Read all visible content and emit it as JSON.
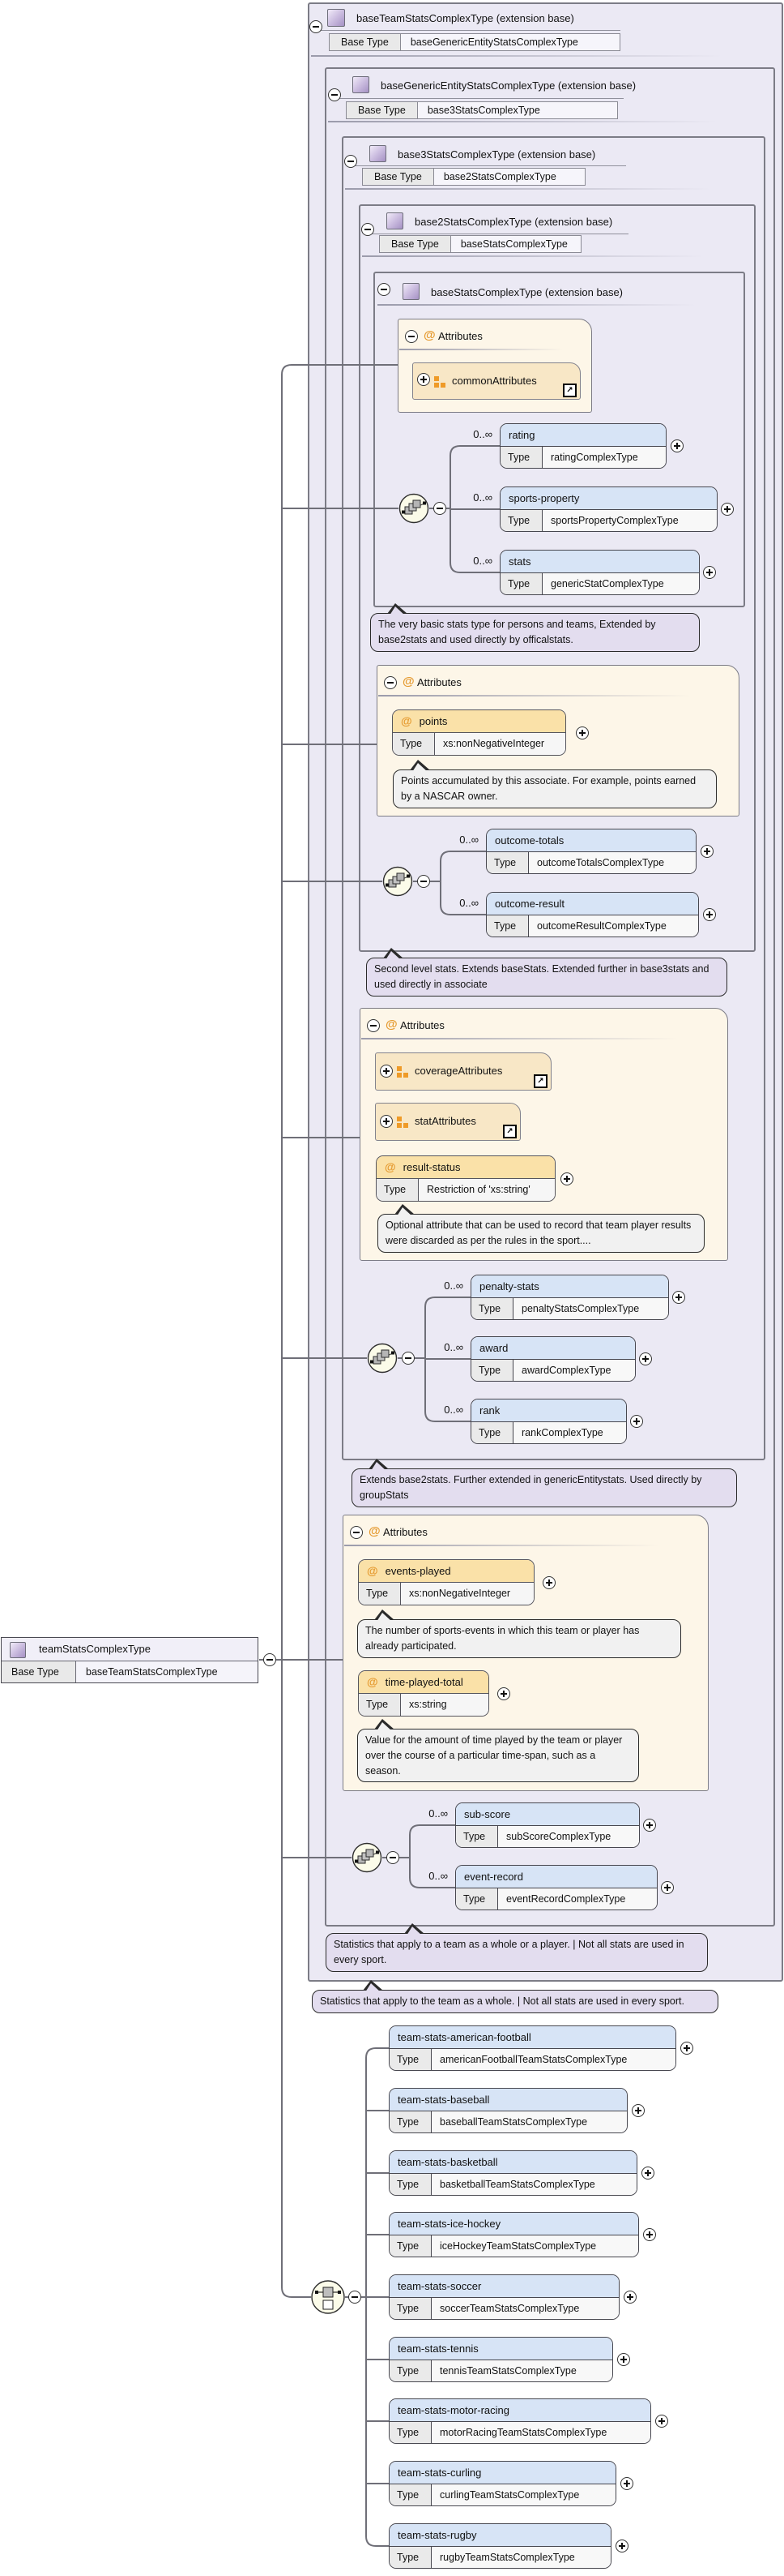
{
  "labels": {
    "base_type": "Base Type",
    "type": "Type",
    "attributes": "Attributes",
    "occurrence": "0..∞"
  },
  "type_boxes": {
    "base_team": {
      "title": "baseTeamStatsComplexType (extension base)",
      "base": "baseGenericEntityStatsComplexType"
    },
    "base_generic_entity": {
      "title": "baseGenericEntityStatsComplexType (extension base)",
      "base": "base3StatsComplexType"
    },
    "base3": {
      "title": "base3StatsComplexType (extension base)",
      "base": "base2StatsComplexType"
    },
    "base2": {
      "title": "base2StatsComplexType (extension base)",
      "base": "baseStatsComplexType"
    },
    "base": {
      "title": "baseStatsComplexType (extension base)"
    }
  },
  "root_box": {
    "title": "teamStatsComplexType",
    "base": "baseTeamStatsComplexType"
  },
  "base_stats": {
    "attr_groups": [
      {
        "name": "commonAttributes"
      }
    ],
    "elements": [
      {
        "name": "rating",
        "type": "ratingComplexType"
      },
      {
        "name": "sports-property",
        "type": "sportsPropertyComplexType"
      },
      {
        "name": "stats",
        "type": "genericStatComplexType"
      }
    ],
    "annotation": "The very basic stats type for persons and teams, Extended by base2stats and used directly by officalstats."
  },
  "base2_stats": {
    "attributes": [
      {
        "name": "points",
        "type": "xs:nonNegativeInteger",
        "annotation": "Points accumulated by this associate. For example, points earned by a NASCAR owner."
      }
    ],
    "elements": [
      {
        "name": "outcome-totals",
        "type": "outcomeTotalsComplexType"
      },
      {
        "name": "outcome-result",
        "type": "outcomeResultComplexType"
      }
    ],
    "annotation": "Second level stats. Extends baseStats. Extended further in base3stats and used directly in associate"
  },
  "base3_stats": {
    "attr_groups": [
      {
        "name": "coverageAttributes"
      },
      {
        "name": "statAttributes"
      }
    ],
    "attributes": [
      {
        "name": "result-status",
        "type": "Restriction of 'xs:string'",
        "annotation": "Optional attribute that can be used to record that team player results were discarded as per the rules in the sport...."
      }
    ],
    "elements": [
      {
        "name": "penalty-stats",
        "type": "penaltyStatsComplexType"
      },
      {
        "name": "award",
        "type": "awardComplexType"
      },
      {
        "name": "rank",
        "type": "rankComplexType"
      }
    ],
    "annotation": "Extends base2stats. Further extended in genericEntitystats. Used directly by groupStats"
  },
  "generic_entity_stats": {
    "attributes": [
      {
        "name": "events-played",
        "type": "xs:nonNegativeInteger",
        "annotation": "The number of sports-events in which this team or player has already participated."
      },
      {
        "name": "time-played-total",
        "type": "xs:string",
        "annotation": "Value for the amount of time played by the team or player over the course of a particular time-span, such as a season."
      }
    ],
    "elements": [
      {
        "name": "sub-score",
        "type": "subScoreComplexType"
      },
      {
        "name": "event-record",
        "type": "eventRecordComplexType"
      }
    ],
    "annotation": "Statistics that apply to a team as a whole or a player. | Not all stats are used in every sport."
  },
  "team_stats": {
    "annotation": "Statistics that apply to the team as a whole. | Not all stats are used in every sport.",
    "elements": [
      {
        "name": "team-stats-american-football",
        "type": "americanFootballTeamStatsComplexType"
      },
      {
        "name": "team-stats-baseball",
        "type": "baseballTeamStatsComplexType"
      },
      {
        "name": "team-stats-basketball",
        "type": "basketballTeamStatsComplexType"
      },
      {
        "name": "team-stats-ice-hockey",
        "type": "iceHockeyTeamStatsComplexType"
      },
      {
        "name": "team-stats-soccer",
        "type": "soccerTeamStatsComplexType"
      },
      {
        "name": "team-stats-tennis",
        "type": "tennisTeamStatsComplexType"
      },
      {
        "name": "team-stats-motor-racing",
        "type": "motorRacingTeamStatsComplexType"
      },
      {
        "name": "team-stats-curling",
        "type": "curlingTeamStatsComplexType"
      },
      {
        "name": "team-stats-rugby",
        "type": "rugbyTeamStatsComplexType"
      }
    ]
  },
  "colors": {
    "type_box_fill": "#ebe9f4",
    "attributes_fill": "#fdf6e8",
    "attr_group_fill": "#f8e7c6",
    "attr_header_fill": "#fae1a8",
    "element_header_fill": "#d7e4f6",
    "annotation_purple": "#e3ddef",
    "annotation_gray": "#f1f1f1",
    "accent_orange": "#e59a2f"
  }
}
